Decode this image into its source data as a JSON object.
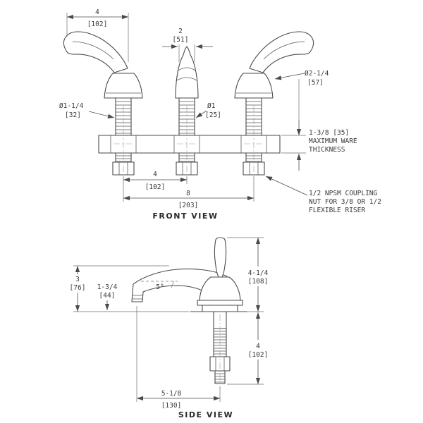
{
  "drawing": {
    "front_view": {
      "label": "FRONT VIEW",
      "dims": {
        "handle_width_in": "4",
        "handle_width_mm": "[102]",
        "spout_width_in": "2",
        "spout_width_mm": "[51]",
        "handle_base_dia_in": "Ø2-1/4",
        "handle_base_dia_mm": "[57]",
        "shank_dia_in": "Ø1-1/4",
        "shank_dia_mm": "[32]",
        "spout_shank_dia_in": "Ø1",
        "spout_shank_dia_mm": "[25]",
        "center_spacing_in": "4",
        "center_spacing_mm": "[102]",
        "overall_spacing_in": "8",
        "overall_spacing_mm": "[203]"
      },
      "notes": {
        "ware_line1": "1-3/8 [35]",
        "ware_line2": "MAXIMUM WARE",
        "ware_line3": "THICKNESS",
        "coupling_line1": "1/2 NPSM COUPLING",
        "coupling_line2": "NUT FOR 3/8 OR 1/2",
        "coupling_line3": "FLEXIBLE RISER"
      }
    },
    "side_view": {
      "label": "SIDE VIEW",
      "dims": {
        "spout_height_in": "3",
        "spout_height_mm": "[76]",
        "outlet_height_in": "1-3/4",
        "outlet_height_mm": "[44]",
        "spout_angle": "5°",
        "overall_height_in": "4-1/4",
        "overall_height_mm": "[108]",
        "shank_length_in": "4",
        "shank_length_mm": "[102]",
        "spout_reach_in": "5-1/8",
        "spout_reach_mm": "[130]"
      }
    }
  }
}
